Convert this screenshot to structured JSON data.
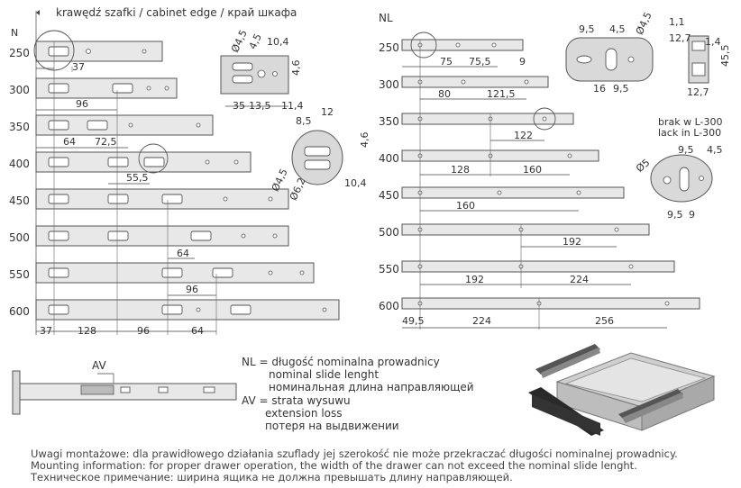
{
  "labels": {
    "cabinet_edge": "krawędź szafki / cabinet edge / край шкафа",
    "n_left": "N",
    "n_right": "NL",
    "av": "AV",
    "brak_line1": "brak w L-300",
    "brak_line2": "lack in L-300"
  },
  "left_rows": [
    "250",
    "300",
    "350",
    "400",
    "450",
    "500",
    "550",
    "600"
  ],
  "right_rows": [
    "250",
    "300",
    "350",
    "400",
    "450",
    "500",
    "550",
    "600"
  ],
  "left_dims": {
    "d37_top": "37",
    "d96_a": "96",
    "d64_a": "64",
    "d725": "72,5",
    "d555": "55,5",
    "d64_b": "64",
    "d96_b": "96",
    "bottom_37": "37",
    "bottom_128": "128",
    "bottom_96": "96",
    "bottom_64": "64"
  },
  "right_dims": {
    "d75": "75",
    "d755": "75,5",
    "d9": "9",
    "d80": "80",
    "d1215": "121,5",
    "d122": "122",
    "d128": "128",
    "d160_a": "160",
    "d160_b": "160",
    "d192_a": "192",
    "d192_b": "192",
    "d224_a": "224",
    "bottom_495": "49,5",
    "bottom_224": "224",
    "bottom_256": "256"
  },
  "detail_dims": {
    "a_45a": "Ø4,5",
    "a_45b": "4,5",
    "a_104": "10,4",
    "a_46": "4,6",
    "a_35": "35",
    "a_135": "13,5",
    "a_114": "11,4",
    "b_85": "8,5",
    "b_12": "12",
    "b_46": "4,6",
    "b_45": "Ø4,5",
    "b_62": "Ø6,2",
    "b_104": "10,4",
    "c_95": "9,5",
    "c_45": "4,5",
    "c_o45": "Ø4,5",
    "c_16": "16",
    "c_95b": "9,5",
    "p_11": "1,1",
    "p_14": "1,4",
    "p_127": "12,7",
    "p_455": "45,5",
    "p_127b": "12,7",
    "d_95": "9,5",
    "d_45": "4,5",
    "d_o5": "Ø5",
    "d_95b": "9,5",
    "d_9": "9"
  },
  "legend": {
    "nl_line1": "NL = długość nominalna prowadnicy",
    "nl_line2": "nominal slide lenght",
    "nl_line3": "номинальная длина направляющей",
    "av_line1": "AV = strata wysuwu",
    "av_line2": "extension loss",
    "av_line3": "потеря на выдвижении"
  },
  "footer": {
    "pl": "Uwagi montażowe: dla prawidłowego działania szuflady jej szerokość nie może przekraczać długości nominalnej prowadnicy.",
    "en": "Mounting information: for proper drawer operation, the width of the drawer can not exceed the nominal slide lenght.",
    "ru": "Техническое примечание: ширина ящика не должна превышать длину направляющей."
  }
}
